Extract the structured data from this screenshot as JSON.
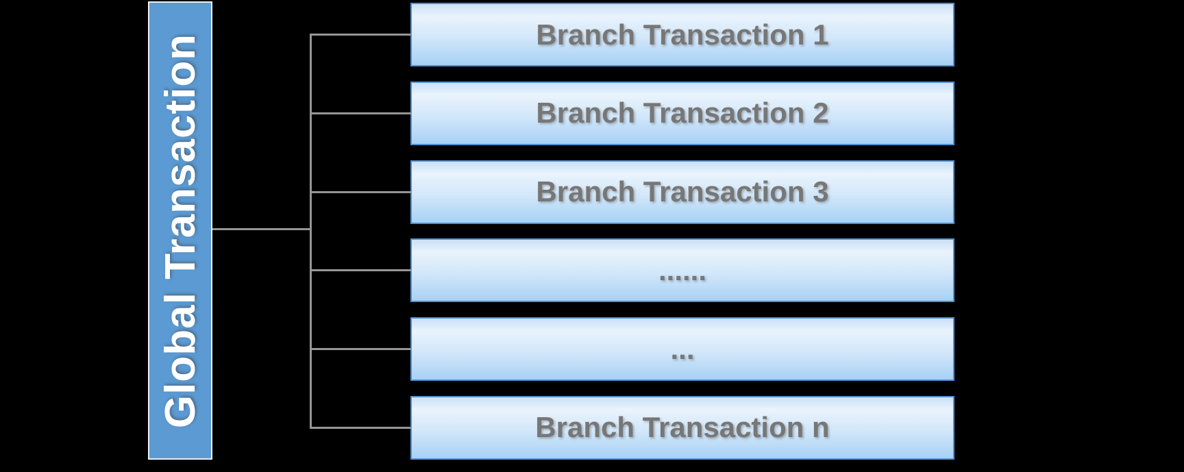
{
  "diagram": {
    "global": {
      "label": "Global Transaction"
    },
    "branches": [
      {
        "label": "Branch Transaction 1"
      },
      {
        "label": "Branch Transaction 2"
      },
      {
        "label": "Branch Transaction 3"
      },
      {
        "label": "......"
      },
      {
        "label": "..."
      },
      {
        "label": "Branch Transaction n"
      }
    ],
    "colors": {
      "background": "#000000",
      "global_box_fill": "#5b9ad3",
      "global_box_border": "#f0f0f0",
      "global_text": "#ffffff",
      "branch_box_border": "#4e8fd1",
      "branch_gradient_top": "#c9e0f6",
      "branch_gradient_light": "#e9f3fc",
      "branch_gradient_bottom": "#a7d1f5",
      "branch_text": "#777777",
      "connector_line": "#969696"
    }
  }
}
